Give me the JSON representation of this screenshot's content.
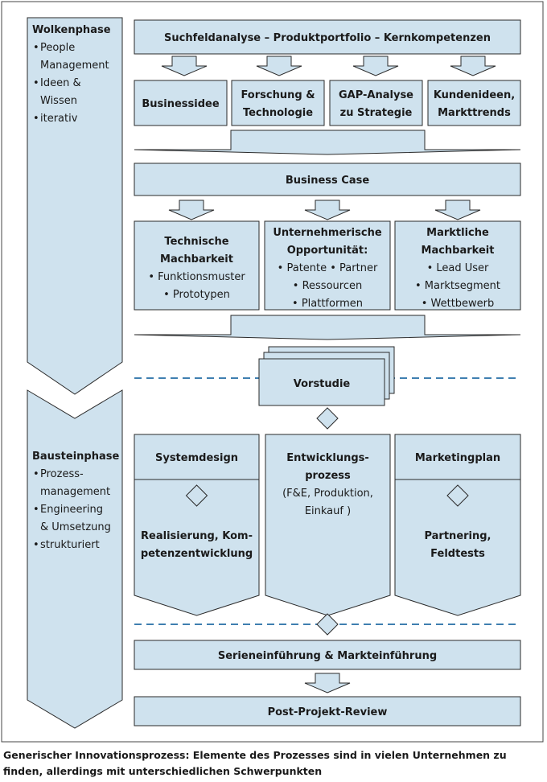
{
  "colors": {
    "fill": "#cfe2ee",
    "stroke": "#2a2a2a",
    "dash": "#3f7fb0",
    "frame": "#444444"
  },
  "left_phases": [
    {
      "title": "Wolkenphase",
      "bullets": [
        "People",
        "Management",
        "Ideen &",
        "Wissen",
        "iterativ"
      ],
      "bullet_marks": [
        true,
        false,
        true,
        false,
        true
      ]
    },
    {
      "title": "Bausteinphase",
      "bullets": [
        "Prozess-",
        "management",
        "Engineering",
        "& Umsetzung",
        "strukturiert"
      ],
      "bullet_marks": [
        true,
        false,
        true,
        false,
        true
      ]
    }
  ],
  "nodes": {
    "suchfeld": [
      "Suchfeldanalyse – Produktportfolio – Kernkompetenzen"
    ],
    "businessidee": [
      "Businessidee"
    ],
    "forschung": [
      "Forschung &",
      "Technologie"
    ],
    "gap": [
      "GAP-Analyse",
      "zu Strategie"
    ],
    "kundenideen": [
      "Kundenideen,",
      "Markttrends"
    ],
    "business_case": [
      "Business Case"
    ],
    "technische": {
      "title": [
        "Technische",
        "Machbarkeit"
      ],
      "items": [
        "• Funktionsmuster",
        "• Prototypen"
      ]
    },
    "unternehmerische": {
      "title": [
        "Unternehmerische",
        "Opportunität:"
      ],
      "items": [
        "• Patente • Partner",
        "• Ressourcen",
        "• Plattformen"
      ]
    },
    "marktliche": {
      "title": [
        "Marktliche",
        "Machbarkeit"
      ],
      "items": [
        "• Lead User",
        "• Marktsegment",
        "• Wettbewerb"
      ]
    },
    "vorstudie": [
      "Vorstudie"
    ],
    "systemdesign": [
      "Systemdesign"
    ],
    "entwicklung": {
      "title": [
        "Entwicklungs-",
        "prozess"
      ],
      "items": [
        "(F&E, Produktion,",
        "Einkauf )"
      ]
    },
    "marketingplan": [
      "Marketingplan"
    ],
    "realisierung": [
      "Realisierung, Kom-",
      "petenzentwicklung"
    ],
    "partnering": [
      "Partnering,",
      "Feldtests"
    ],
    "serien": [
      "Serieneinführung & Markteinführung"
    ],
    "post": [
      "Post-Projekt-Review"
    ]
  },
  "caption": "Generischer Innovationsprozess: Elemente des Prozesses sind in vielen Unternehmen zu finden, allerdings mit unterschiedlichen Schwerpunkten"
}
